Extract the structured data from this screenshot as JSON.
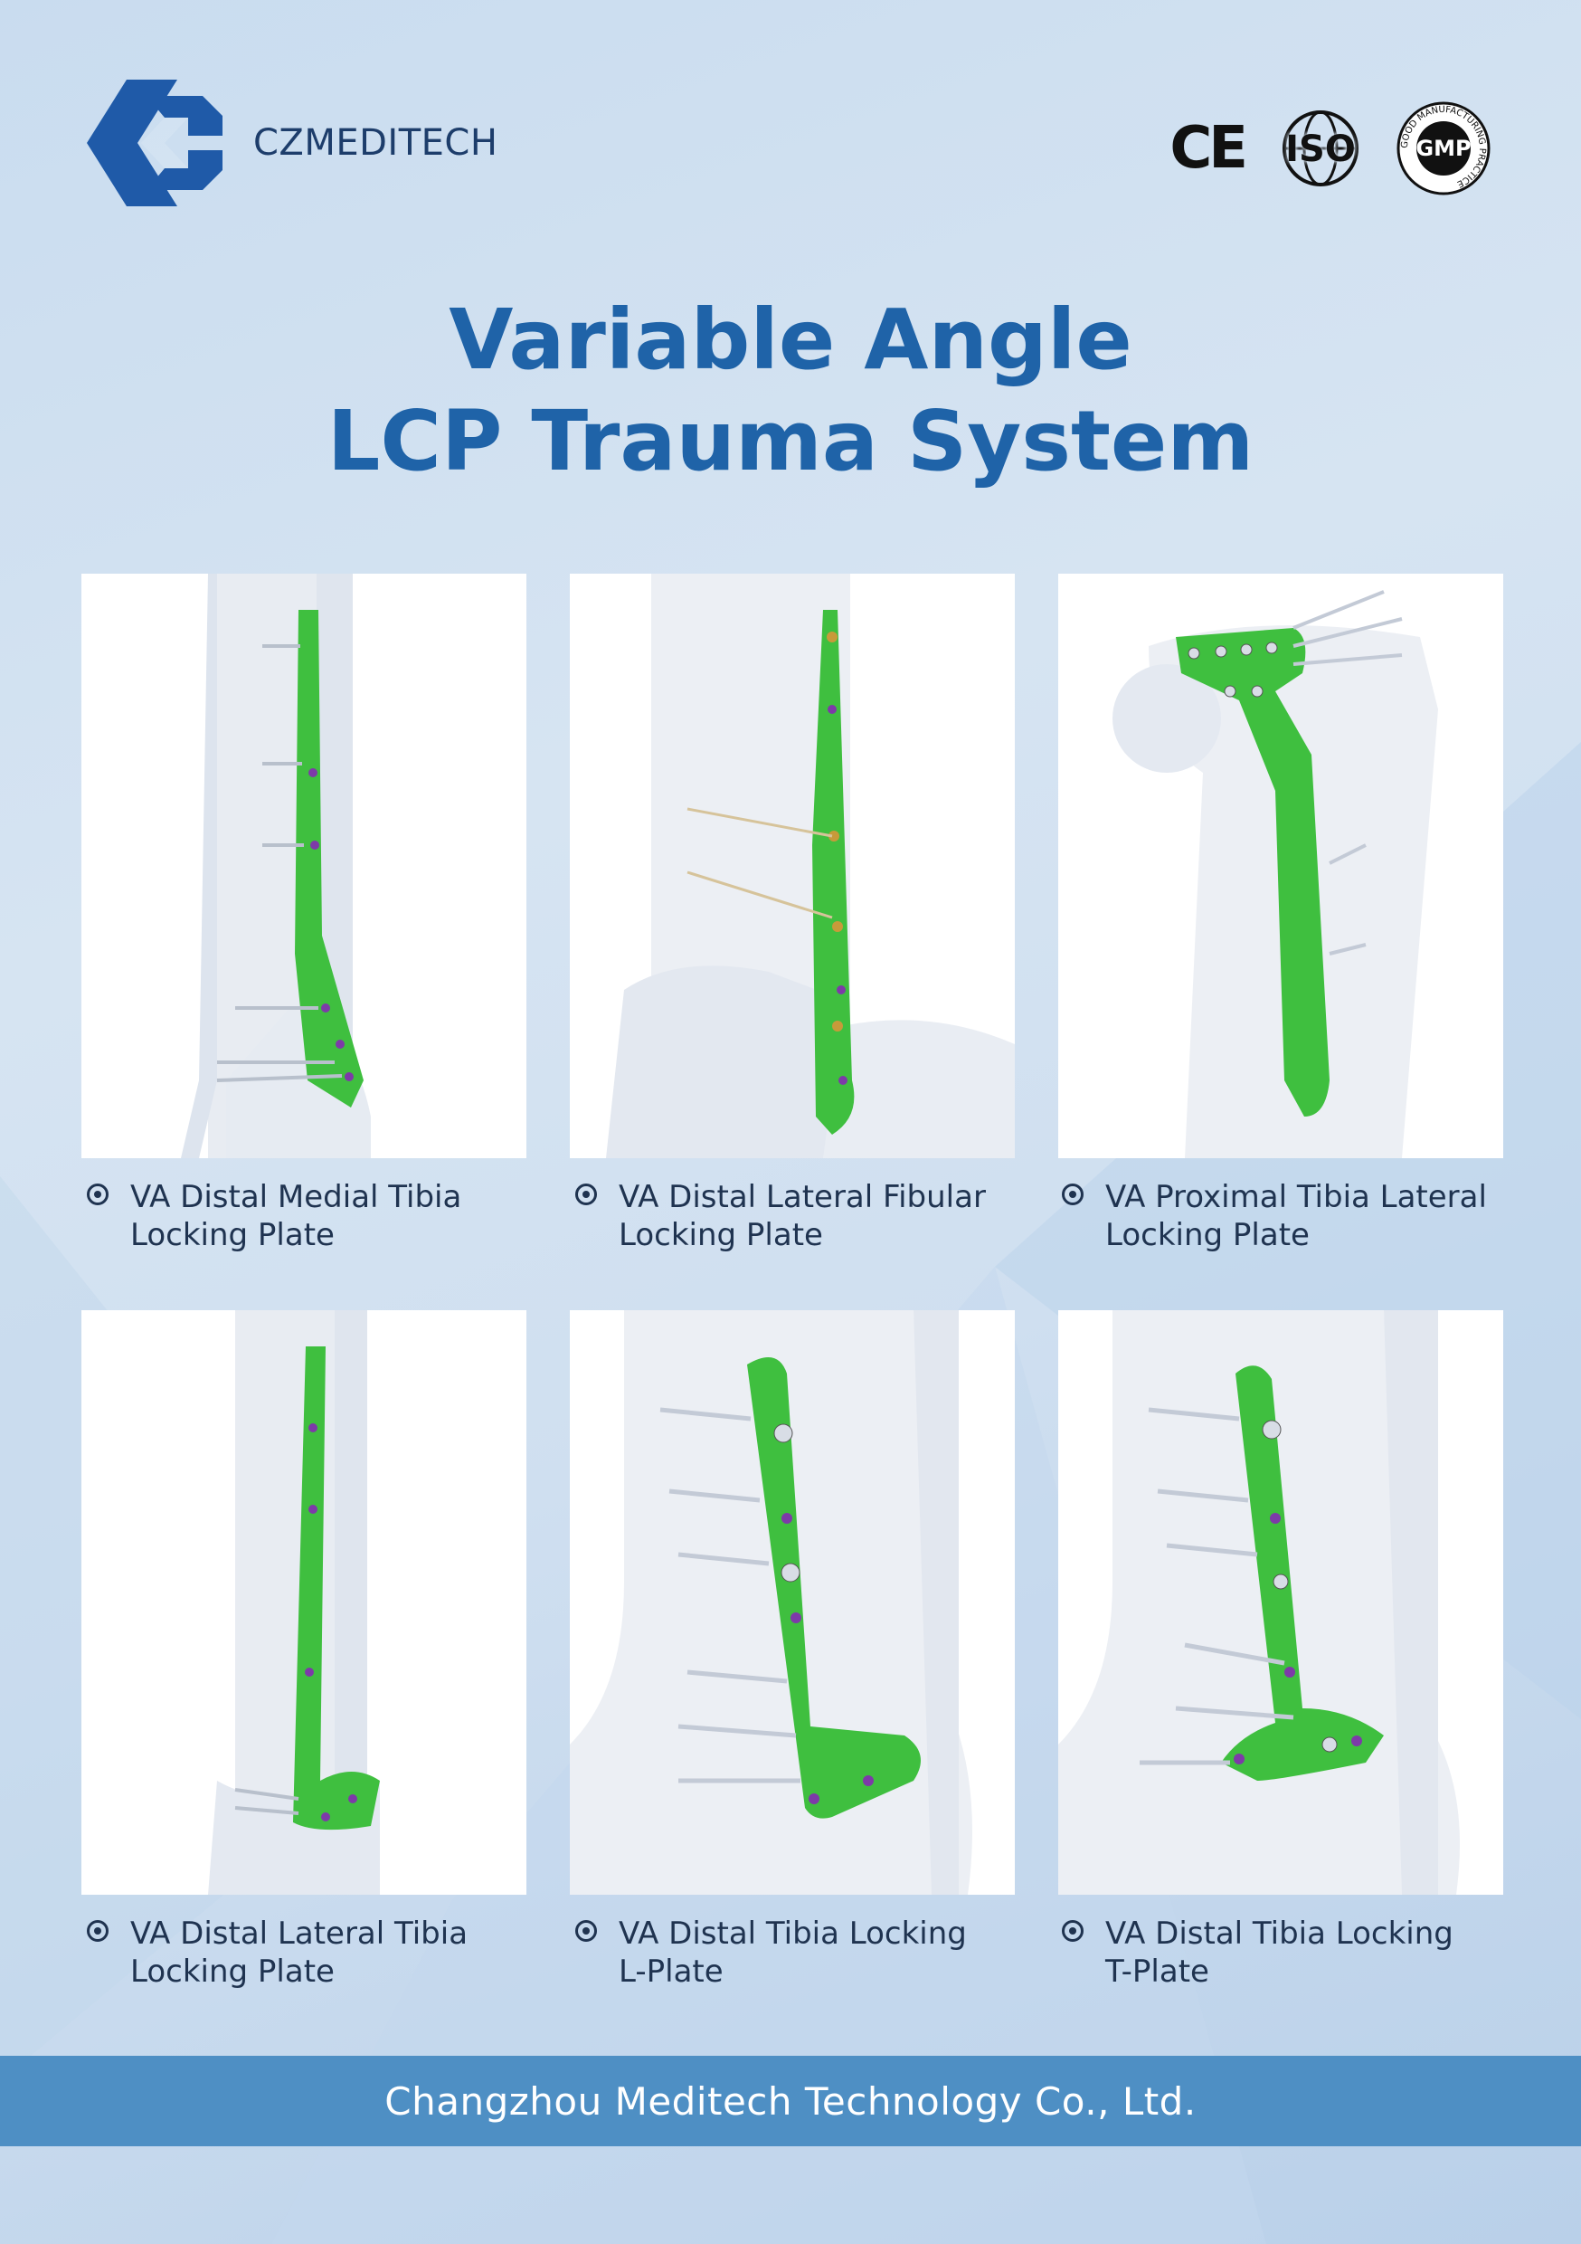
{
  "brand": {
    "name": "CZMEDITECH",
    "logo_icon": "cz-logo-icon"
  },
  "certifications": [
    {
      "label": "CE",
      "icon": "ce-mark-icon"
    },
    {
      "label": "ISO",
      "icon": "iso-mark-icon"
    },
    {
      "label": "GMP",
      "ring_text": "GOOD MANUFACTURING PRACTICE",
      "icon": "gmp-seal-icon"
    }
  ],
  "title": {
    "line1": "Variable Angle",
    "line2": "LCP Trauma System"
  },
  "products": [
    {
      "line1": "VA Distal Medial Tibia",
      "line2": "Locking Plate"
    },
    {
      "line1": "VA Distal Lateral Fibular",
      "line2": "Locking Plate"
    },
    {
      "line1": "VA Proximal Tibia Lateral",
      "line2": "Locking Plate"
    },
    {
      "line1": "VA Distal Lateral Tibia",
      "line2": "Locking Plate"
    },
    {
      "line1": "VA Distal Tibia Locking",
      "line2": "L-Plate"
    },
    {
      "line1": "VA Distal Tibia Locking",
      "line2": "T-Plate"
    }
  ],
  "footer": {
    "company": "Changzhou Meditech Technology Co., Ltd."
  },
  "colors": {
    "title": "#1f63a8",
    "plate_green": "#3fbf3f",
    "footer_bar": "#4e8fc4",
    "brand_blue": "#1f5aa8"
  }
}
